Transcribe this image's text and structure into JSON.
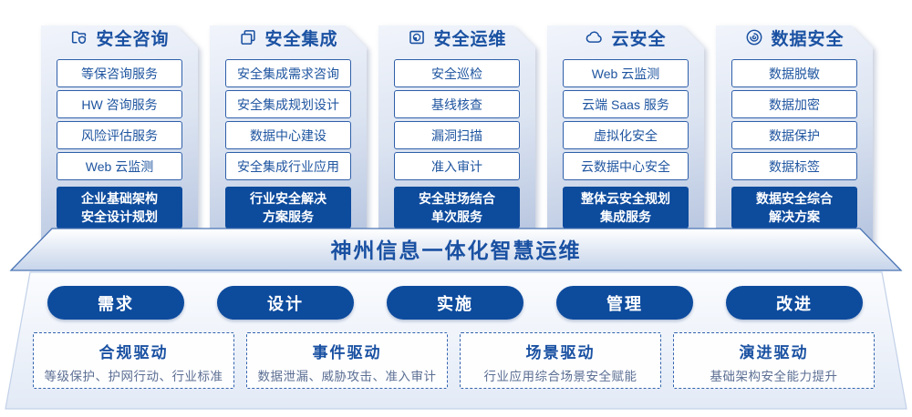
{
  "columns": [
    {
      "title": "安全咨询",
      "icon": "folder-shield-icon",
      "items": [
        "等保咨询服务",
        "HW 咨询服务",
        "风险评估服务",
        "Web 云监测"
      ],
      "summary": [
        "企业基础架构",
        "安全设计规划"
      ]
    },
    {
      "title": "安全集成",
      "icon": "copy-pages-icon",
      "items": [
        "安全集成需求咨询",
        "安全集成规划设计",
        "数据中心建设",
        "安全集成行业应用"
      ],
      "summary": [
        "行业安全解决",
        "方案服务"
      ]
    },
    {
      "title": "安全运维",
      "icon": "pie-folder-icon",
      "items": [
        "安全巡检",
        "基线核查",
        "漏洞扫描",
        "准入审计"
      ],
      "summary": [
        "安全驻场结合",
        "单次服务"
      ]
    },
    {
      "title": "云安全",
      "icon": "cloud-icon",
      "items": [
        "Web 云监测",
        "云端 Saas 服务",
        "虚拟化安全",
        "云数据中心安全"
      ],
      "summary": [
        "整体云安全规划",
        "集成服务"
      ]
    },
    {
      "title": "数据安全",
      "icon": "fingerprint-icon",
      "items": [
        "数据脱敏",
        "数据加密",
        "数据保护",
        "数据标签"
      ],
      "summary": [
        "数据安全综合",
        "解决方案"
      ]
    }
  ],
  "banner": {
    "title": "神州信息一体化智慧运维"
  },
  "stages": [
    {
      "label": "需求"
    },
    {
      "label": "设计"
    },
    {
      "label": "实施"
    },
    {
      "label": "管理"
    },
    {
      "label": "改进"
    }
  ],
  "drivers": [
    {
      "title": "合规驱动",
      "desc": "等级保护、护网行动、行业标准"
    },
    {
      "title": "事件驱动",
      "desc": "数据泄漏、威胁攻击、准入审计"
    },
    {
      "title": "场景驱动",
      "desc": "行业应用综合场景安全赋能"
    },
    {
      "title": "演进驱动",
      "desc": "基础架构安全能力提升"
    }
  ],
  "colors": {
    "primary_blue": "#0d4b9d",
    "title_blue": "#1a51a2",
    "muted_text": "#5c6f93",
    "dashed_border": "#3363ae",
    "card_border": "#2f5fa9"
  }
}
